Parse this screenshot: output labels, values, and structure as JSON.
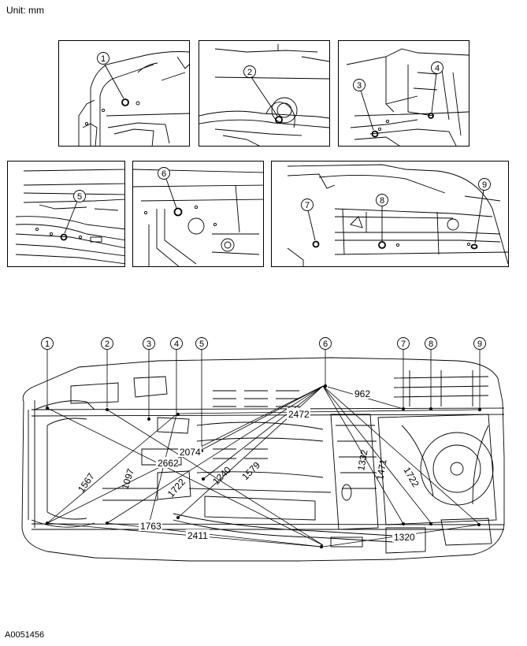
{
  "header": {
    "unit_label": "Unit: mm"
  },
  "footer": {
    "figure_id": "A0051456"
  },
  "callouts": [
    "1",
    "2",
    "3",
    "4",
    "5",
    "6",
    "7",
    "8",
    "9"
  ],
  "dimensions": {
    "d962": "962",
    "d2472": "2472",
    "d2074": "2074",
    "d1240": "1240",
    "d1579": "1579",
    "d1567": "1567",
    "d1097": "1097",
    "d2662": "2662",
    "d1722a": "1722",
    "d1332": "1332",
    "d1471": "1471",
    "d1722b": "1722",
    "d1763": "1763",
    "d2411": "2411",
    "d1320": "1320"
  }
}
